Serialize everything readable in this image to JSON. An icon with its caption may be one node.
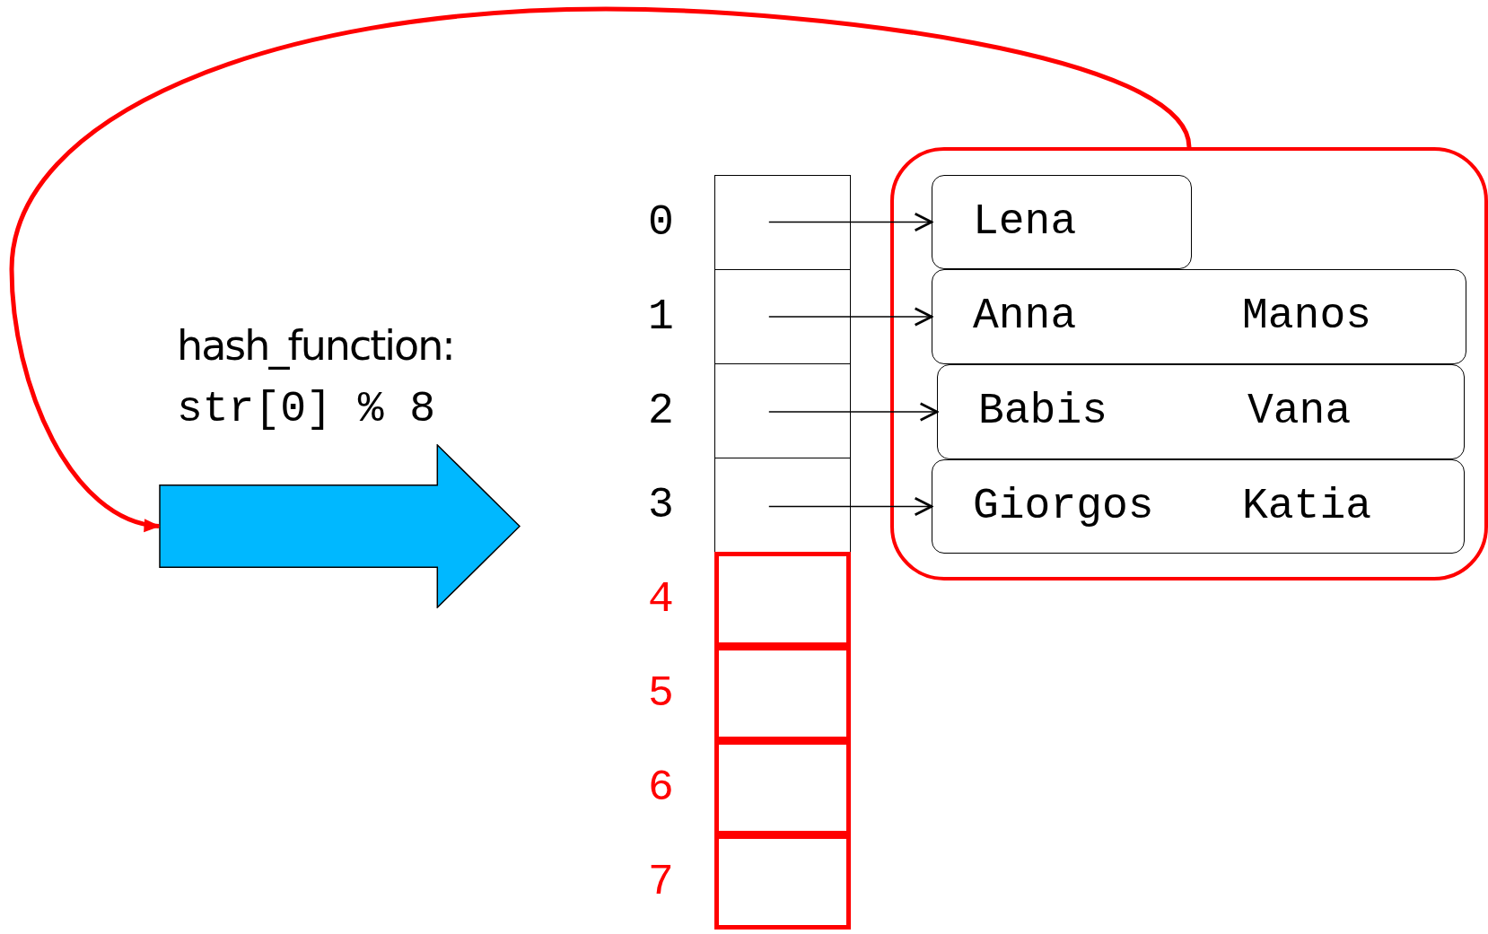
{
  "diagram": {
    "nodes": [
      {
        "text": [],
        "shape": "arrow",
        "beside": [
          "hash_function:",
          "str[0] % 8"
        ]
      },
      {
        "text": [],
        "shape": "box",
        "beside": [
          "0"
        ]
      },
      {
        "text": [],
        "shape": "box",
        "beside": [
          "1"
        ]
      },
      {
        "text": [],
        "shape": "box",
        "beside": [
          "2"
        ]
      },
      {
        "text": [],
        "shape": "box",
        "beside": [
          "3"
        ]
      },
      {
        "text": [],
        "shape": "box",
        "beside": [
          "4"
        ]
      },
      {
        "text": [],
        "shape": "box",
        "beside": [
          "5"
        ]
      },
      {
        "text": [],
        "shape": "box",
        "beside": [
          "6"
        ]
      },
      {
        "text": [],
        "shape": "box",
        "beside": [
          "7"
        ]
      },
      {
        "text": [],
        "shape": "box"
      },
      {
        "text": [
          "Lena"
        ],
        "in": 9
      },
      {
        "text": [
          "Anna",
          "Manos"
        ],
        "in": 9
      },
      {
        "text": [
          "Babis",
          "Vana"
        ],
        "in": 9
      },
      {
        "text": [
          "Giorgos",
          "Katia"
        ],
        "in": 9
      }
    ],
    "edges": [
      {
        "from": 9,
        "to": 0,
        "arrow": "to",
        "style": "thick",
        "color": "#ff0000"
      },
      {
        "from": 1,
        "to": 10,
        "arrow": "to"
      },
      {
        "from": 2,
        "to": 11,
        "arrow": "to"
      },
      {
        "from": 3,
        "to": 12,
        "arrow": "to"
      },
      {
        "from": 4,
        "to": 13,
        "arrow": "to"
      }
    ]
  }
}
